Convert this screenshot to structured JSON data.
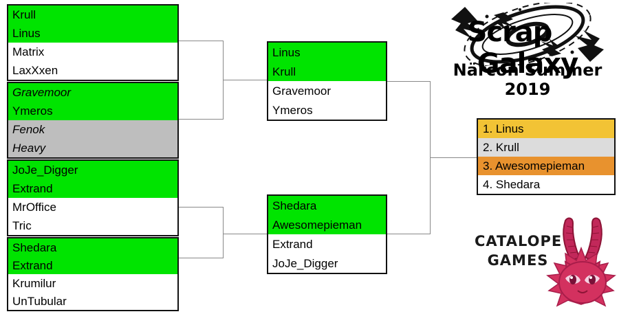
{
  "colors": {
    "winner_green": "#00e400",
    "neutral_grey": "#bebebe",
    "gold": "#f2c335",
    "silver": "#dcdcdc",
    "bronze": "#e8922e",
    "line": "#888888",
    "border": "#111111",
    "mascot_pink": "#d3315f"
  },
  "branding": {
    "logo_word_1": "Scrap",
    "logo_word_2": "Galaxy",
    "event": "Närcon Summer 2019",
    "sponsor_line_1": "CATALOPE",
    "sponsor_line_2": "GAMES"
  },
  "bracket": {
    "round1": [
      {
        "id": "r1-m1",
        "slots": [
          {
            "name": "Krull",
            "state": "green",
            "italic": false
          },
          {
            "name": "Linus",
            "state": "green",
            "italic": false
          },
          {
            "name": "Matrix",
            "state": "white",
            "italic": false
          },
          {
            "name": "LaxXxen",
            "state": "white",
            "italic": false
          }
        ]
      },
      {
        "id": "r1-m2",
        "slots": [
          {
            "name": "Gravemoor",
            "state": "green",
            "italic": true
          },
          {
            "name": "Ymeros",
            "state": "green",
            "italic": false
          },
          {
            "name": "Fenok",
            "state": "grey",
            "italic": true
          },
          {
            "name": "Heavy",
            "state": "grey",
            "italic": true
          }
        ]
      },
      {
        "id": "r1-m3",
        "slots": [
          {
            "name": "JoJe_Digger",
            "state": "green",
            "italic": false
          },
          {
            "name": "Extrand",
            "state": "green",
            "italic": false
          },
          {
            "name": "MrOffice",
            "state": "white",
            "italic": false
          },
          {
            "name": "Tric",
            "state": "white",
            "italic": false
          }
        ]
      },
      {
        "id": "r1-m4",
        "slots": [
          {
            "name": "Shedara",
            "state": "green",
            "italic": false
          },
          {
            "name": "Extrand",
            "state": "green",
            "italic": false
          },
          {
            "name": "Krumilur",
            "state": "white",
            "italic": false
          },
          {
            "name": "UnTubular",
            "state": "white",
            "italic": false
          }
        ]
      }
    ],
    "round2": [
      {
        "id": "r2-m1",
        "slots": [
          {
            "name": "Linus",
            "state": "green",
            "italic": false
          },
          {
            "name": "Krull",
            "state": "green",
            "italic": false
          },
          {
            "name": "Gravemoor",
            "state": "white",
            "italic": false
          },
          {
            "name": "Ymeros",
            "state": "white",
            "italic": false
          }
        ]
      },
      {
        "id": "r2-m2",
        "slots": [
          {
            "name": "Shedara",
            "state": "green",
            "italic": false
          },
          {
            "name": "Awesomepieman",
            "state": "green",
            "italic": false
          },
          {
            "name": "Extrand",
            "state": "white",
            "italic": false
          },
          {
            "name": "JoJe_Digger",
            "state": "white",
            "italic": false
          }
        ]
      }
    ]
  },
  "results": {
    "places": [
      {
        "label": "1. Linus",
        "medal": "gold"
      },
      {
        "label": "2. Krull",
        "medal": "silver"
      },
      {
        "label": "3. Awesomepieman",
        "medal": "bronze"
      },
      {
        "label": "4. Shedara",
        "medal": "none"
      }
    ]
  }
}
